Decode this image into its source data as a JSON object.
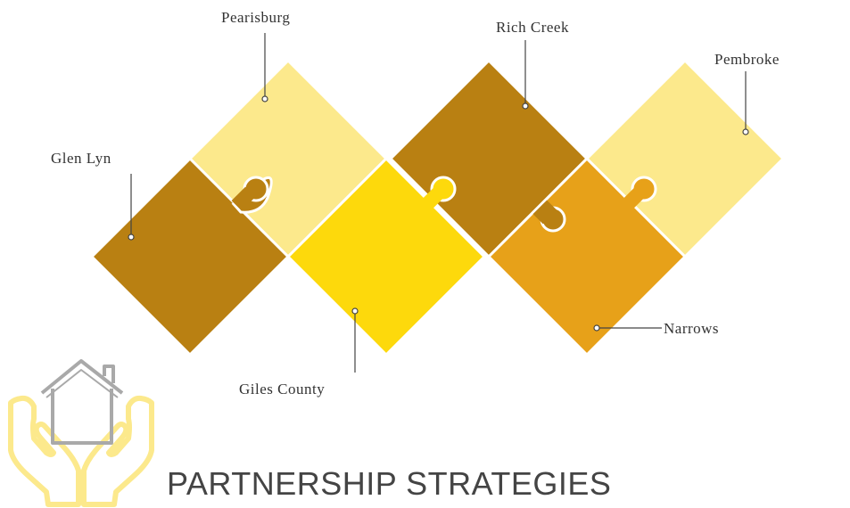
{
  "title": "PARTNERSHIP STRATEGIES",
  "icon": "house-in-hands-icon",
  "colors": {
    "dark_gold": "#B98012",
    "pale_yellow": "#FCE98C",
    "bright_yellow": "#FDD90C",
    "amber": "#E7A119",
    "outline_gray": "#A9A9A9",
    "hands_yellow": "#FCE98C",
    "text": "#333333"
  },
  "pieces": [
    {
      "id": "glen-lyn",
      "label": "Glen Lyn",
      "color": "#B98012"
    },
    {
      "id": "pearisburg",
      "label": "Pearisburg",
      "color": "#FCE98C"
    },
    {
      "id": "giles-county",
      "label": "Giles County",
      "color": "#FDD90C"
    },
    {
      "id": "rich-creek",
      "label": "Rich Creek",
      "color": "#B98012"
    },
    {
      "id": "narrows",
      "label": "Narrows",
      "color": "#E7A119"
    },
    {
      "id": "pembroke",
      "label": "Pembroke",
      "color": "#FCE98C"
    }
  ]
}
